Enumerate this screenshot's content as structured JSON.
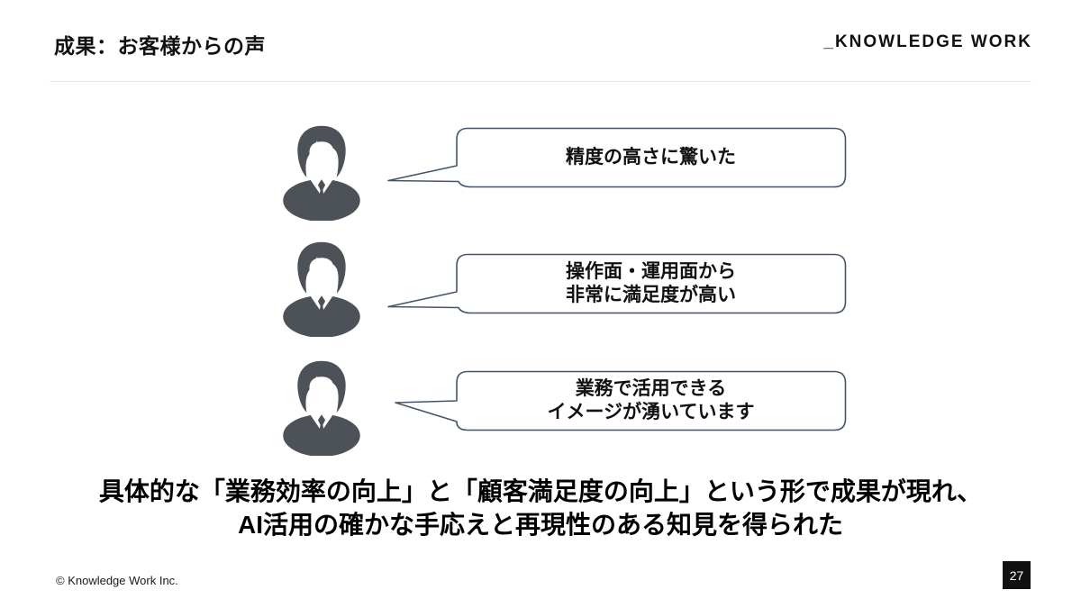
{
  "slide": {
    "title": "成果：お客様からの声",
    "logo": "_KNOWLEDGE WORK",
    "copyright": "© Knowledge Work Inc.",
    "page_number": "27"
  },
  "testimonials": [
    {
      "quote": "精度の高さに驚いた"
    },
    {
      "quote": "操作面・運用面から\n非常に満足度が高い"
    },
    {
      "quote": "業務で活用できる\nイメージが湧いています"
    }
  ],
  "summary": {
    "line1": "具体的な「業務効率の向上」と「顧客満足度の向上」という形で成果が現れ、",
    "line2": "AI活用の確かな手応えと再現性のある知見を得られた"
  },
  "colors": {
    "bubble_border": "#44546a",
    "avatar": "#4c5258",
    "badge_bg": "#111111",
    "divider": "#e8e8e8"
  }
}
